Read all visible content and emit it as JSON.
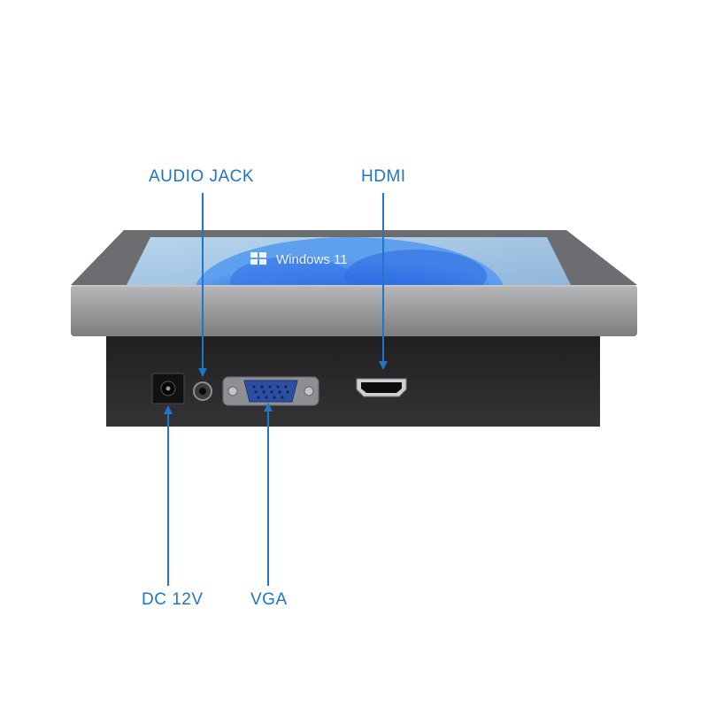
{
  "labels": {
    "audio_jack": "AUDIO JACK",
    "hdmi": "HDMI",
    "dc": "DC 12V",
    "vga": "VGA"
  },
  "screen": {
    "wordmark": "Windows 11"
  },
  "colors": {
    "accent": "#1f76c6",
    "bezel": "#9b9c9e",
    "body": "#2b2b2d",
    "screen_bg": "#a9cbe6",
    "bloom": "#1b4fd6",
    "vga_port": "#2d4fa3"
  }
}
